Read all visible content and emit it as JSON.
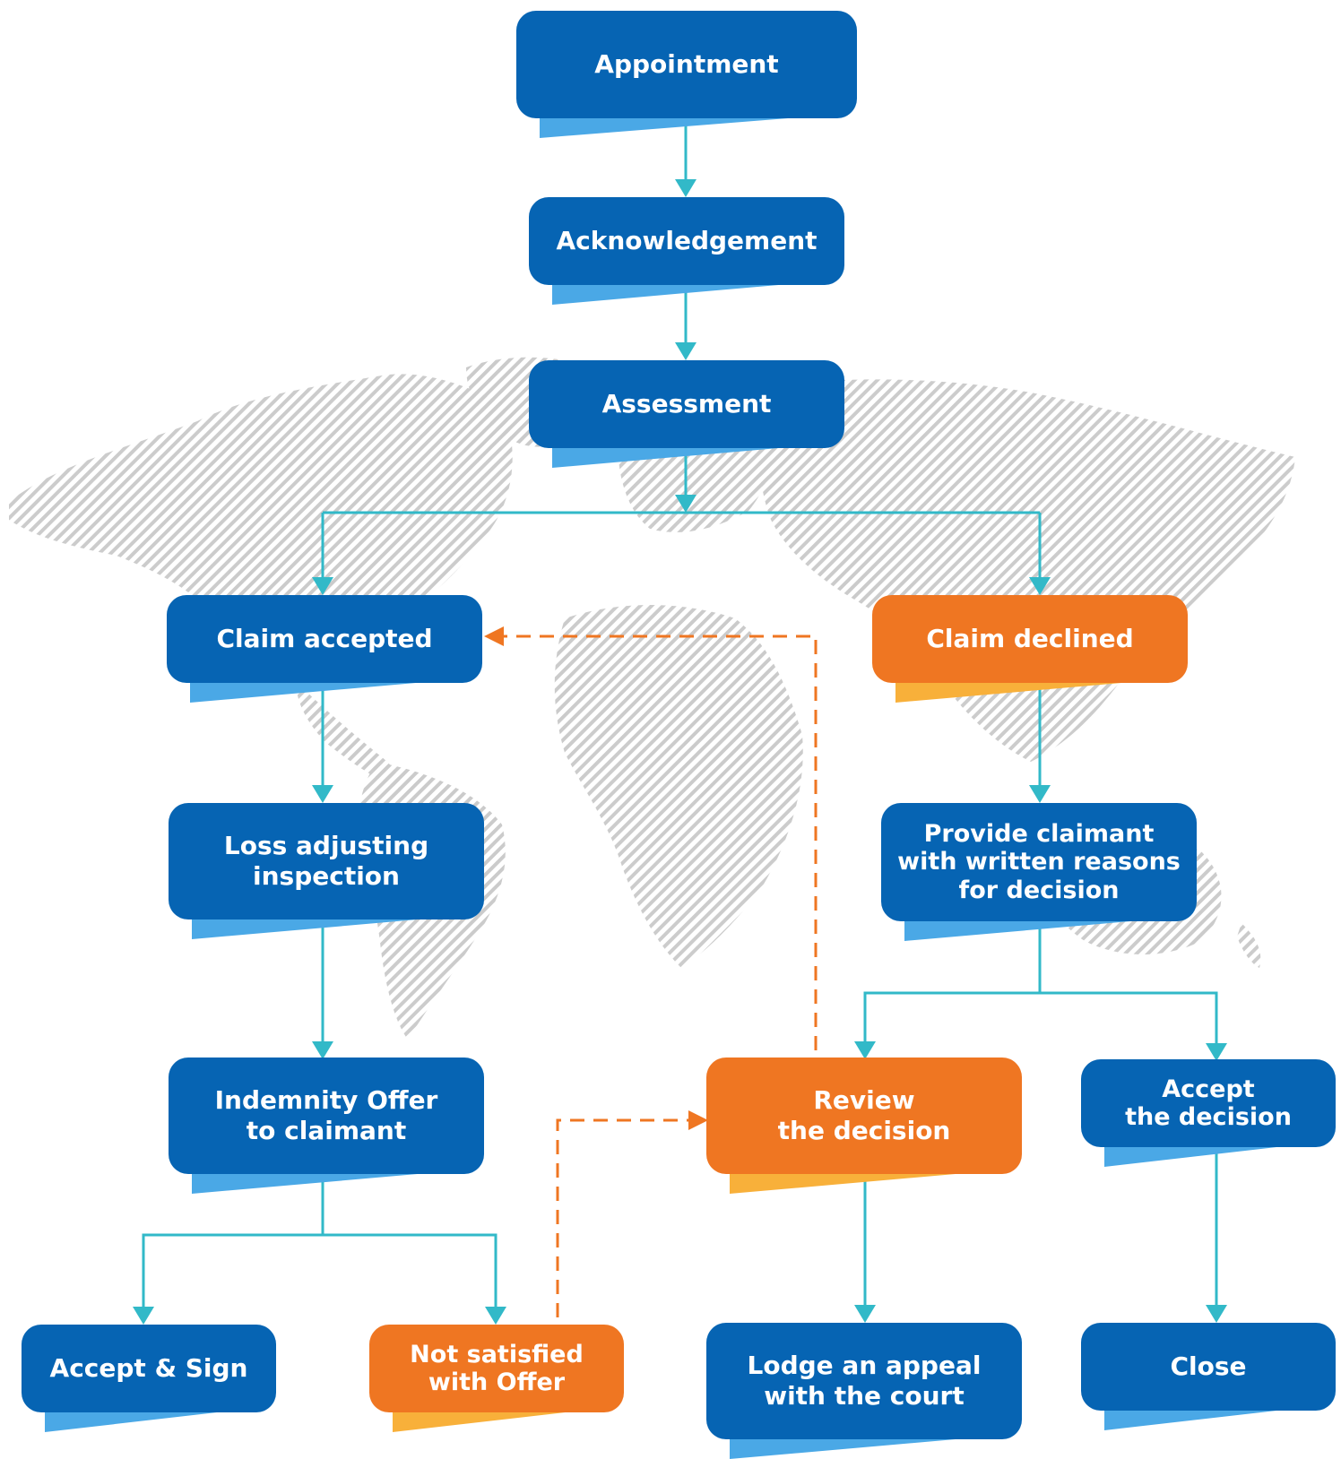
{
  "colors": {
    "process": "#0664b3",
    "process_tab": "#4aa8e6",
    "exception": "#ef7622",
    "exception_tab": "#f8b03a",
    "connector": "#32b9c8",
    "feedback": "#ef7622",
    "map_hatch": "#c9c9c9"
  },
  "nodes": {
    "appointment": {
      "label": "Appointment"
    },
    "acknowledgement": {
      "label": "Acknowledgement"
    },
    "assessment": {
      "label": "Assessment"
    },
    "claim_accepted": {
      "label": "Claim accepted"
    },
    "claim_declined": {
      "label": "Claim declined"
    },
    "loss_adjusting": {
      "label": "Loss adjusting\ninspection"
    },
    "written_reasons": {
      "label": "Provide claimant\nwith written reasons\nfor decision"
    },
    "indemnity_offer": {
      "label": "Indemnity Offer\nto claimant"
    },
    "review_decision": {
      "label": "Review\nthe decision"
    },
    "accept_decision": {
      "label": "Accept\nthe decision"
    },
    "accept_sign": {
      "label": "Accept & Sign"
    },
    "not_satisfied": {
      "label": "Not satisfied\nwith Offer"
    },
    "lodge_appeal": {
      "label": "Lodge an appeal\nwith the court"
    },
    "close": {
      "label": "Close"
    }
  }
}
